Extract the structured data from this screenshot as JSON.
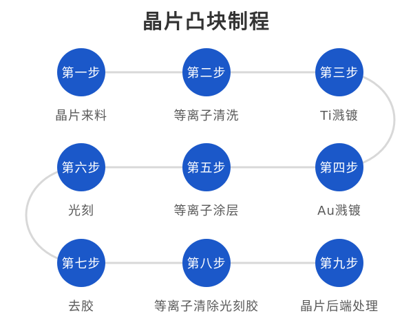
{
  "title": "晶片凸块制程",
  "colors": {
    "circle_fill": "#1b58c9",
    "circle_text": "#ffffff",
    "connector": "#d8d8d8",
    "label_text": "#595959",
    "title_text": "#333333",
    "background": "#ffffff"
  },
  "steps": [
    {
      "badge": "第一步",
      "label": "晶片来料"
    },
    {
      "badge": "第二步",
      "label": "等离子清洗"
    },
    {
      "badge": "第三步",
      "label": "Ti溅镀"
    },
    {
      "badge": "第四步",
      "label": "Au溅镀"
    },
    {
      "badge": "第五步",
      "label": "等离子涂层"
    },
    {
      "badge": "第六步",
      "label": "光刻"
    },
    {
      "badge": "第七步",
      "label": "去胶"
    },
    {
      "badge": "第八步",
      "label": "等离子清除光刻胶"
    },
    {
      "badge": "第九步",
      "label": "晶片后端处理"
    }
  ]
}
